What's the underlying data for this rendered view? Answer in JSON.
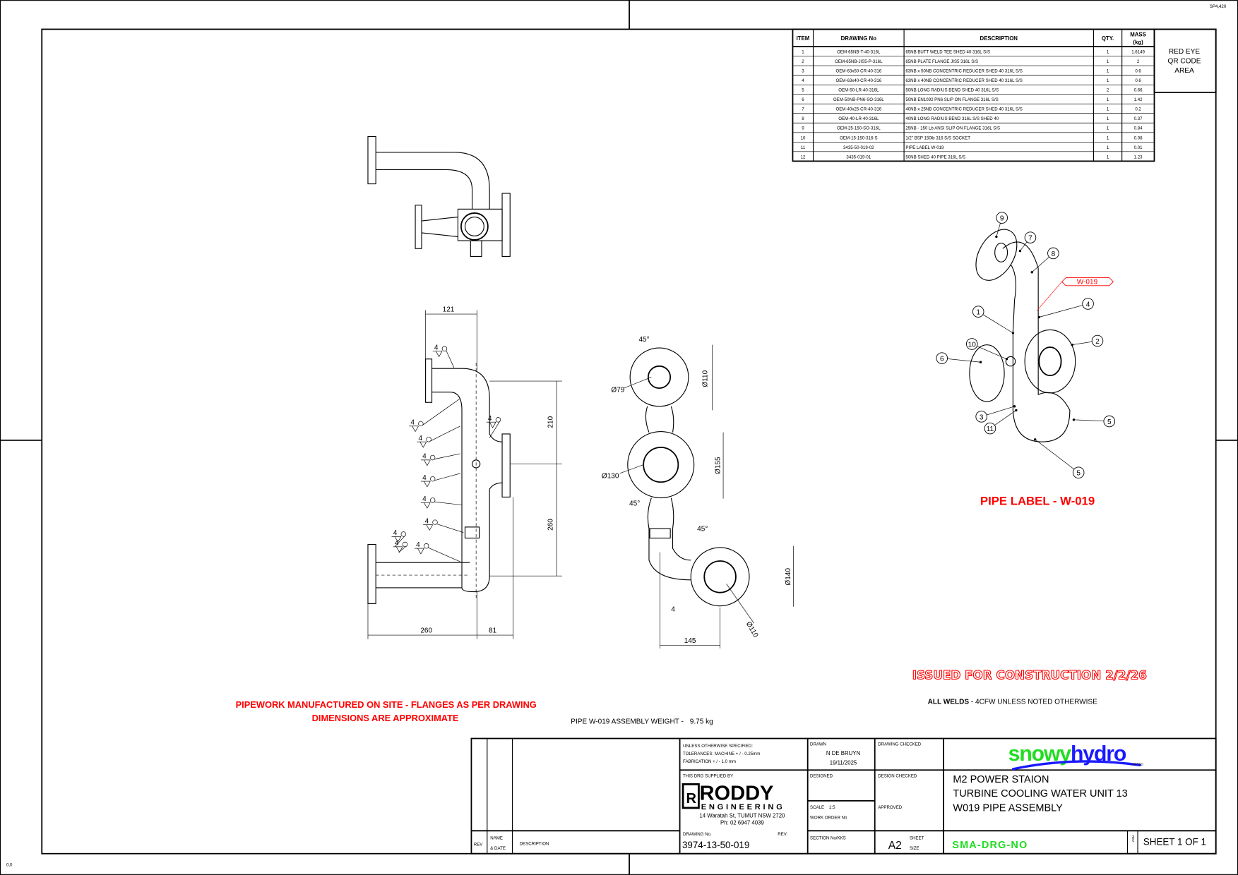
{
  "sheet_code": "SP4,420",
  "origin_label": "0,0",
  "bom": {
    "headers": {
      "item": "ITEM",
      "drawing_no": "DRAWING No",
      "description": "DESCRIPTION",
      "qty": "QTY.",
      "mass_1": "MASS",
      "mass_2": "(kg)"
    },
    "rows": [
      {
        "item": "1",
        "drawing_no": "OEM-65NB-T-40-316L",
        "description": "65NB  BUTT WELD TEE SHED 40 316L S/S",
        "qty": "1",
        "mass": "1.6149"
      },
      {
        "item": "2",
        "drawing_no": "OEM-65NB-JIS5-P-316L",
        "description": "65NB PLATE FLANGE JIS5 316L S/S",
        "qty": "1",
        "mass": "2"
      },
      {
        "item": "3",
        "drawing_no": "OEM-63x50-CR-40-316",
        "description": "63NB x 50NB CONCENTRIC REDUCER SHED 40 316L S/S",
        "qty": "1",
        "mass": "0.6"
      },
      {
        "item": "4",
        "drawing_no": "OEM-63x40-CR-40-316",
        "description": "63NB x 40NB CONCENTRIC REDUCER SHED 40 316L S/S",
        "qty": "1",
        "mass": "0.6"
      },
      {
        "item": "5",
        "drawing_no": "OEM-50-LR-40-316L",
        "description": "50NB LONG RADIUS BEND SHED 40 316L S/S",
        "qty": "2",
        "mass": "0.66"
      },
      {
        "item": "6",
        "drawing_no": "OEM-50NB-PN6-SO-316L",
        "description": "50NB EN1092 PN6 SLIP  ON  FLANGE 316L S/S",
        "qty": "1",
        "mass": "1.42"
      },
      {
        "item": "7",
        "drawing_no": "OEM-40x25-CR-40-316",
        "description": "40NB x 25NB CONCENTRIC REDUCER SHED 40 316L S/S",
        "qty": "1",
        "mass": "0.2"
      },
      {
        "item": "8",
        "drawing_no": "OEM-40-LR-40-316L",
        "description": "40NB LONG RADIUS BEND 316L S/S SHED 40",
        "qty": "1",
        "mass": "0.37"
      },
      {
        "item": "9",
        "drawing_no": "OEM-25-150-SO-316L",
        "description": "25NB - 150 Lb ANSI SLIP  ON FLANGE 316L S/S",
        "qty": "1",
        "mass": "0.84"
      },
      {
        "item": "10",
        "drawing_no": "OEM-15-150-316-S",
        "description": "1/2\" BSP 150lb 316 S/S SOCKET",
        "qty": "1",
        "mass": "0.08"
      },
      {
        "item": "11",
        "drawing_no": "3435-50-019-02",
        "description": "PIPE LABEL W-019",
        "qty": "1",
        "mass": "0.01"
      },
      {
        "item": "12",
        "drawing_no": "3435-019-01",
        "description": "50NB SHED 40 PIPE 316L S/S",
        "qty": "1",
        "mass": "1.23"
      }
    ]
  },
  "qr_area": [
    "RED EYE",
    "QR CODE",
    "AREA"
  ],
  "dimensions": {
    "elev_121": "121",
    "elev_210": "210",
    "elev_260v": "260",
    "elev_260h": "260",
    "elev_81": "81",
    "weld": "4",
    "side_45a": "45°",
    "side_d79": "Ø79",
    "side_d110a": "Ø110",
    "side_d130": "Ø130",
    "side_45b": "45°",
    "side_d155": "Ø155",
    "side_45c": "45°",
    "side_d140": "Ø140",
    "side_d110b": "Ø110",
    "side_145": "145"
  },
  "iso": {
    "balloons": [
      "9",
      "7",
      "8",
      "4",
      "1",
      "2",
      "10",
      "6",
      "3",
      "11",
      "5",
      "5"
    ],
    "tag": "W-019",
    "caption": "PIPE LABEL - W-019"
  },
  "notes": {
    "issued": "ISSUED FOR CONSTRUCTION 2/2/26",
    "welds_bold": "ALL WELDS",
    "welds_rest": " - 4CFW UNLESS NOTED OTHERWISE",
    "site_1": "PIPEWORK MANUFACTURED ON SITE - FLANGES AS PER DRAWING",
    "site_2": "DIMENSIONS ARE APPROXIMATE",
    "weight_label": "PIPE W-019 ASSEMBLY WEIGHT -",
    "weight_value": "9.75 kg"
  },
  "title_block": {
    "rev_label": "REV",
    "name_label_1": "NAME",
    "name_label_2": "& DATE",
    "desc_label": "DESCRIPTION",
    "unless_1": "UNLESS OTHERWISE SPECIFIED:",
    "unless_2": "TOLERANCES: MACHINE + / - 0.25mm",
    "unless_3": "FABRICATION + / - 1.0 mm",
    "supplied_by": "THIS DRG SUPPLIED BY",
    "supplier_logo_1": "RODDY",
    "supplier_logo_2": "ENGINEERING",
    "supplier_address": "14 Waratah St, TUMUT NSW 2720",
    "supplier_phone": "Ph: 02 6947 4039",
    "drawing_no_label": "DRAWING No.",
    "rev_field_label": "REV:",
    "drawing_no": "3974-13-50-019",
    "drawn_label": "DRAWN",
    "drawn_name": "N DE BRUYN",
    "drawn_date": "19/11/2025",
    "drawing_checked_label": "DRAWING CHECKED",
    "designed_label": "DESIGNED",
    "design_checked_label": "DESIGN CHECKED",
    "scale_label": "SCALE",
    "scale_value": "1:5",
    "work_order_label": "WORK ORDER No",
    "approved_label": "APPROVED",
    "section_label": "SECTION No/KKS",
    "sheet_size": "A2",
    "sheet_label": "SHEET",
    "size_label": "SIZE",
    "client_logo_1": "snowy",
    "client_logo_2": "hydro",
    "client_logo_3": "LIMITED",
    "title_1": "M2 POWER STAION",
    "title_2": "TURBINE COOLING WATER UNIT 13",
    "title_3": "W019 PIPE ASSEMBLY",
    "sma_no": "SMA-DRG-NO",
    "rev_vertical": "REV",
    "sheet_of": "SHEET 1 OF 1"
  },
  "colors": {
    "red": "#ff0000",
    "snowy_green": "#22dd22",
    "hydro_blue": "#1a1aff"
  }
}
